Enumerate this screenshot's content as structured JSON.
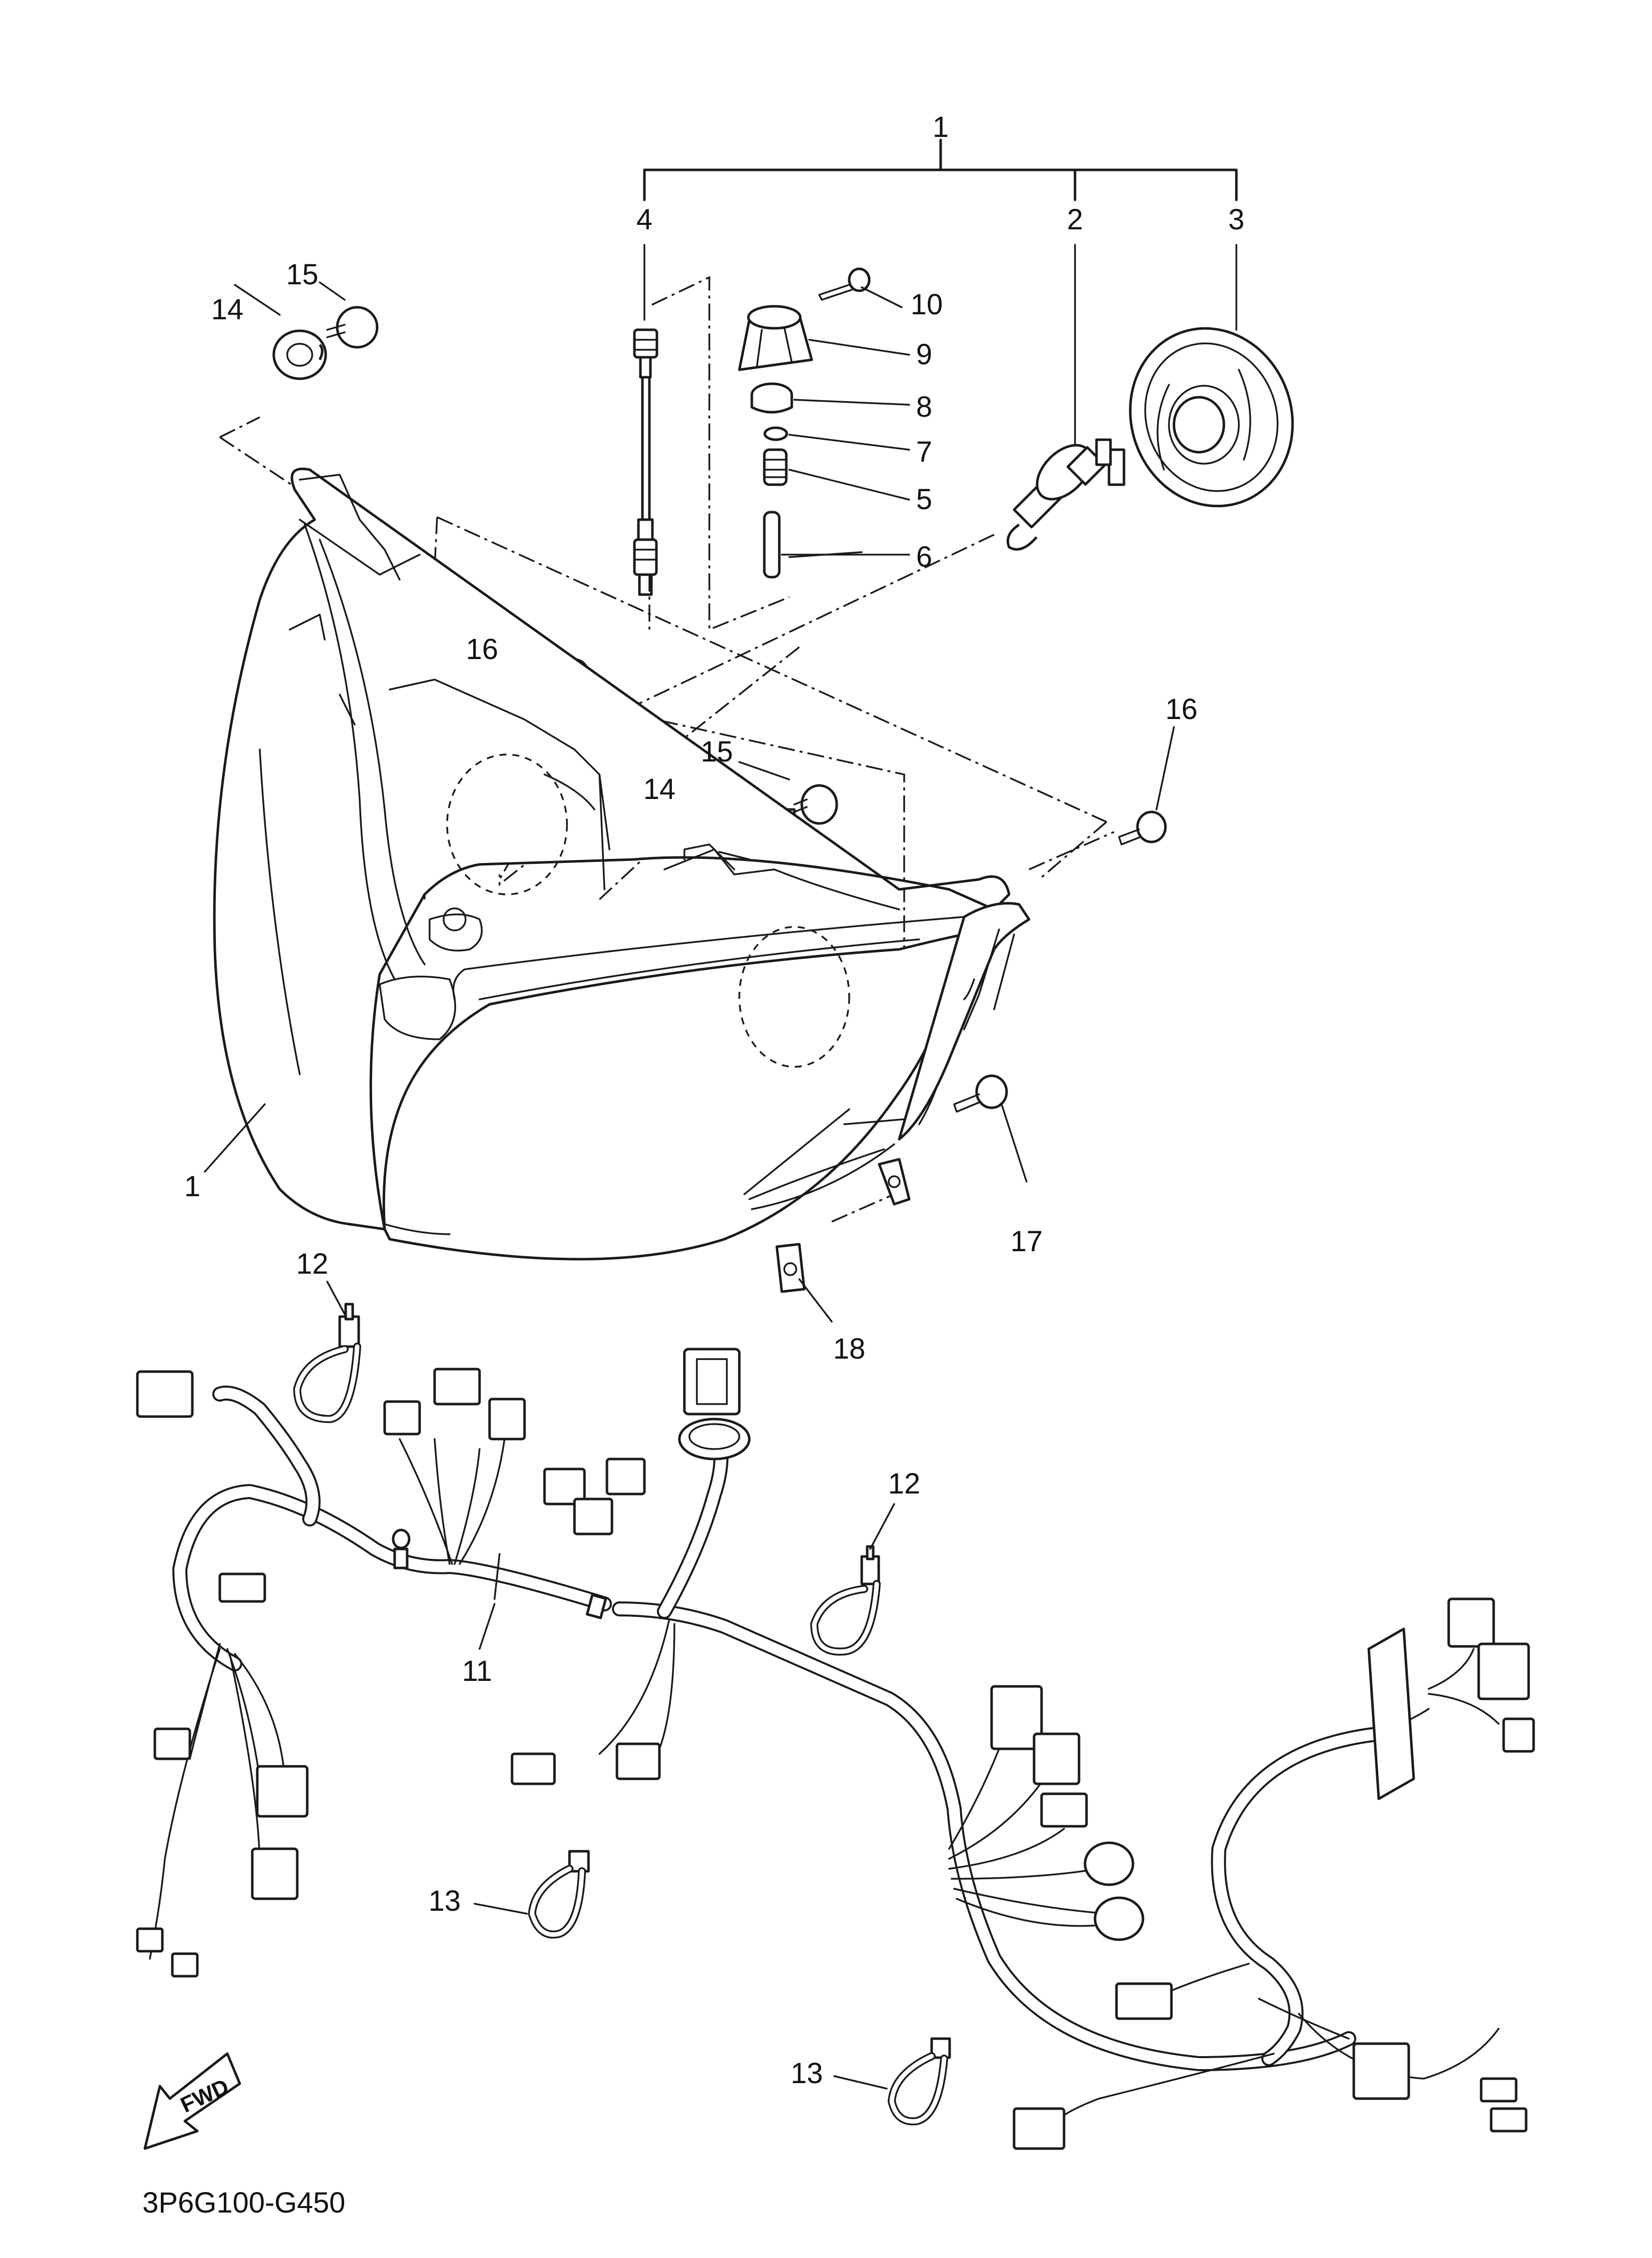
{
  "diagram": {
    "code": "3P6G100-G450",
    "direction_label": "FWD",
    "callouts": [
      {
        "id": "c1-top",
        "text": "1"
      },
      {
        "id": "c1-lens",
        "text": "1"
      },
      {
        "id": "c2",
        "text": "2"
      },
      {
        "id": "c3",
        "text": "3"
      },
      {
        "id": "c4",
        "text": "4"
      },
      {
        "id": "c5",
        "text": "5"
      },
      {
        "id": "c6",
        "text": "6"
      },
      {
        "id": "c7",
        "text": "7"
      },
      {
        "id": "c8",
        "text": "8"
      },
      {
        "id": "c9",
        "text": "9"
      },
      {
        "id": "c10",
        "text": "10"
      },
      {
        "id": "c11",
        "text": "11"
      },
      {
        "id": "c12-a",
        "text": "12"
      },
      {
        "id": "c12-b",
        "text": "12"
      },
      {
        "id": "c13-a",
        "text": "13"
      },
      {
        "id": "c13-b",
        "text": "13"
      },
      {
        "id": "c14-a",
        "text": "14"
      },
      {
        "id": "c14-b",
        "text": "14"
      },
      {
        "id": "c15-a",
        "text": "15"
      },
      {
        "id": "c15-b",
        "text": "15"
      },
      {
        "id": "c16-a",
        "text": "16"
      },
      {
        "id": "c16-b",
        "text": "16"
      },
      {
        "id": "c17",
        "text": "17"
      },
      {
        "id": "c18",
        "text": "18"
      }
    ]
  }
}
